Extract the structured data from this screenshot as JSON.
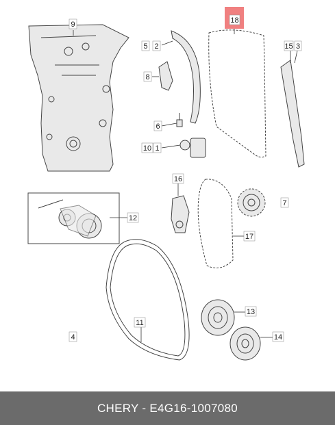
{
  "callouts": {
    "c1": "1",
    "c2": "2",
    "c3": "3",
    "c4": "4",
    "c5": "5",
    "c6": "6",
    "c7": "7",
    "c8": "8",
    "c9": "9",
    "c10": "10",
    "c11": "11",
    "c12": "12",
    "c13": "13",
    "c14": "14",
    "c15": "15",
    "c16": "16",
    "c17": "17",
    "c18": "18"
  },
  "highlight_color": "#f08080",
  "footer": {
    "caption": "CHERY - E4G16-1007080"
  }
}
